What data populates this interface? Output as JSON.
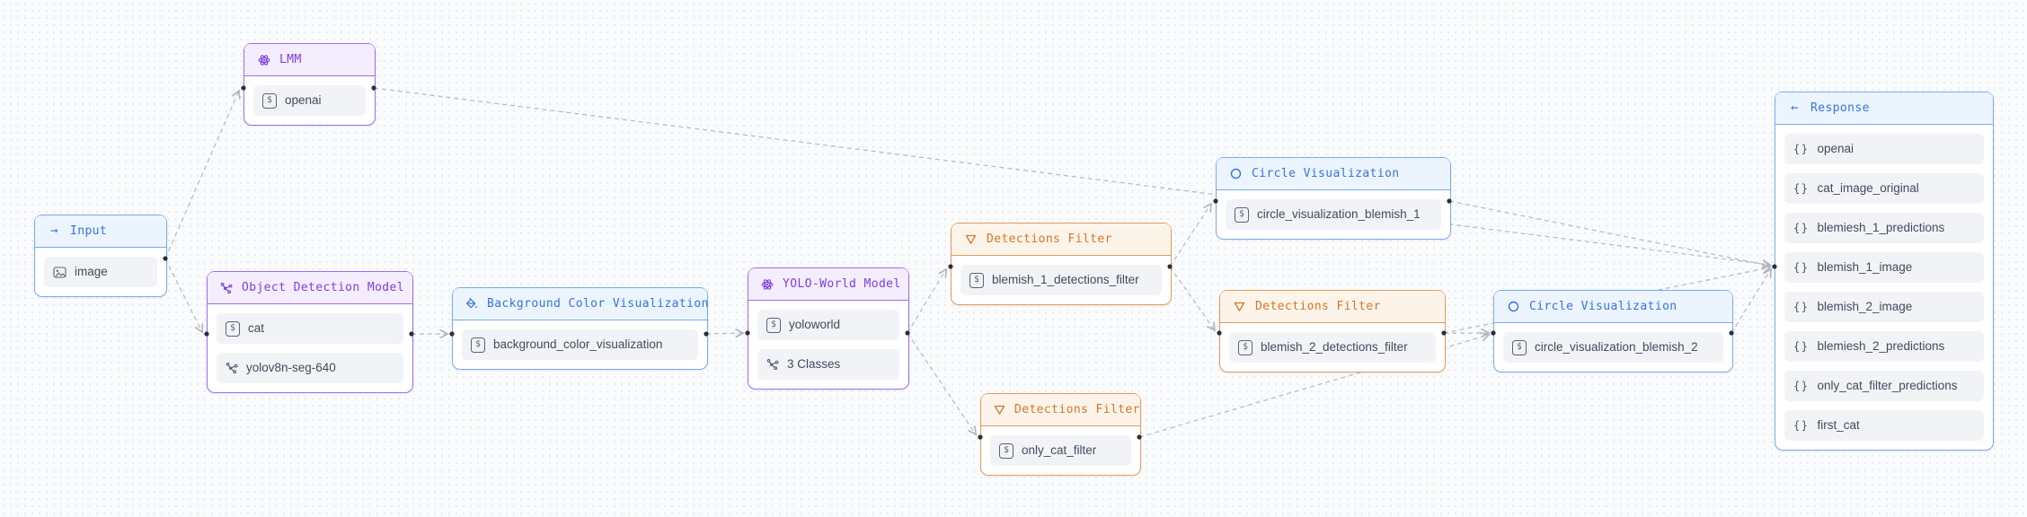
{
  "app": {
    "view": "workflow-canvas"
  },
  "palette": {
    "blue_border": "#77aaf2",
    "blue_header_bg": "#ecf4fd",
    "blue_text": "#3574e2",
    "purple_border": "#9b6cf3",
    "purple_header_bg": "#f4edfd",
    "purple_text": "#7c3fe4",
    "orange_border": "#e39a5a",
    "orange_header_bg": "#fdf4e9",
    "orange_text": "#d4762a",
    "item_bg": "#f2f3f6",
    "item_text": "#414a5c",
    "edge_color": "#b8bdc7",
    "port_color": "#2a2f38",
    "canvas_bg": "#fafbfc",
    "grid_dot": "#e6e9ee"
  },
  "nodes": {
    "input": {
      "title": "Input",
      "icon": "arrow-right",
      "scheme": "blue",
      "items": [
        {
          "icon": "image",
          "label": "image"
        }
      ]
    },
    "lmm": {
      "title": "LMM",
      "icon": "atom",
      "scheme": "purple",
      "items": [
        {
          "icon": "string",
          "label": "openai"
        }
      ]
    },
    "object_detection_model": {
      "title": "Object Detection Model",
      "icon": "molecule",
      "scheme": "purple",
      "items": [
        {
          "icon": "string",
          "label": "cat"
        },
        {
          "icon": "molecule",
          "label": "yolov8n-seg-640"
        }
      ]
    },
    "background_color_visualization": {
      "title": "Background Color Visualization",
      "icon": "paint-bucket",
      "scheme": "blue",
      "items": [
        {
          "icon": "string",
          "label": "background_color_visualization"
        }
      ]
    },
    "yolo_world_model": {
      "title": "YOLO-World Model",
      "icon": "atom",
      "scheme": "purple",
      "items": [
        {
          "icon": "string",
          "label": "yoloworld"
        },
        {
          "icon": "molecule",
          "label": "3 Classes"
        }
      ]
    },
    "detections_filter_1": {
      "title": "Detections Filter",
      "icon": "funnel",
      "scheme": "orange",
      "items": [
        {
          "icon": "string",
          "label": "blemish_1_detections_filter"
        }
      ]
    },
    "detections_filter_2": {
      "title": "Detections Filter",
      "icon": "funnel",
      "scheme": "orange",
      "items": [
        {
          "icon": "string",
          "label": "blemish_2_detections_filter"
        }
      ]
    },
    "detections_filter_3": {
      "title": "Detections Filter",
      "icon": "funnel",
      "scheme": "orange",
      "items": [
        {
          "icon": "string",
          "label": "only_cat_filter"
        }
      ]
    },
    "circle_visualization_1": {
      "title": "Circle Visualization",
      "icon": "circle",
      "scheme": "blue",
      "items": [
        {
          "icon": "string",
          "label": "circle_visualization_blemish_1"
        }
      ]
    },
    "circle_visualization_2": {
      "title": "Circle Visualization",
      "icon": "circle",
      "scheme": "blue",
      "items": [
        {
          "icon": "string",
          "label": "circle_visualization_blemish_2"
        }
      ]
    },
    "response": {
      "title": "Response",
      "icon": "arrow-left",
      "scheme": "blue",
      "items": [
        {
          "icon": "braces",
          "label": "openai"
        },
        {
          "icon": "braces",
          "label": "cat_image_original"
        },
        {
          "icon": "braces",
          "label": "blemiesh_1_predictions"
        },
        {
          "icon": "braces",
          "label": "blemish_1_image"
        },
        {
          "icon": "braces",
          "label": "blemish_2_image"
        },
        {
          "icon": "braces",
          "label": "blemiesh_2_predictions"
        },
        {
          "icon": "braces",
          "label": "only_cat_filter_predictions"
        },
        {
          "icon": "braces",
          "label": "first_cat"
        }
      ]
    }
  },
  "icons": {
    "string_glyph": "$",
    "braces_glyph": "{}",
    "arrow_right_glyph": "→",
    "arrow_left_glyph": "←"
  }
}
